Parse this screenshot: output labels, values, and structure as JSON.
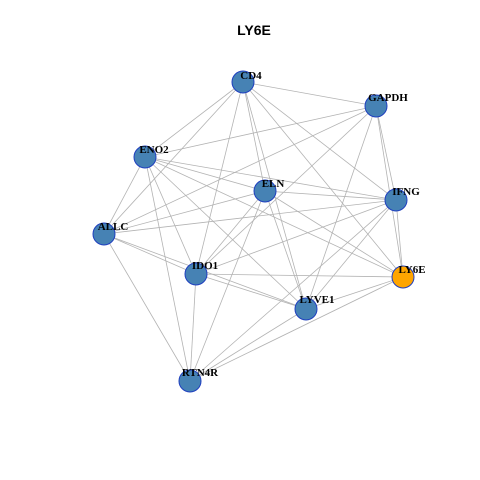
{
  "title": "LY6E",
  "colors": {
    "node_default": "#4682b4",
    "node_highlight": "#ffa500",
    "node_border": "#1f3fbf",
    "edge": "#b3b3b3"
  },
  "nodes": [
    {
      "id": "CD4",
      "label": "CD4",
      "highlight": false
    },
    {
      "id": "GAPDH",
      "label": "GAPDH",
      "highlight": false
    },
    {
      "id": "ENO2",
      "label": "ENO2",
      "highlight": false
    },
    {
      "id": "ELN",
      "label": "ELN",
      "highlight": false
    },
    {
      "id": "IFNG",
      "label": "IFNG",
      "highlight": false
    },
    {
      "id": "ALLC",
      "label": "ALLC",
      "highlight": false
    },
    {
      "id": "IDO1",
      "label": "IDO1",
      "highlight": false
    },
    {
      "id": "LY6E",
      "label": "LY6E",
      "highlight": true
    },
    {
      "id": "LYVE1",
      "label": "LYVE1",
      "highlight": false
    },
    {
      "id": "RTN4R",
      "label": "RTN4R",
      "highlight": false
    }
  ],
  "edges": [
    [
      "CD4",
      "GAPDH"
    ],
    [
      "CD4",
      "ENO2"
    ],
    [
      "CD4",
      "ELN"
    ],
    [
      "CD4",
      "IFNG"
    ],
    [
      "CD4",
      "ALLC"
    ],
    [
      "CD4",
      "IDO1"
    ],
    [
      "CD4",
      "LYVE1"
    ],
    [
      "CD4",
      "LY6E"
    ],
    [
      "GAPDH",
      "ENO2"
    ],
    [
      "GAPDH",
      "ALLC"
    ],
    [
      "GAPDH",
      "IFNG"
    ],
    [
      "GAPDH",
      "LY6E"
    ],
    [
      "GAPDH",
      "LYVE1"
    ],
    [
      "GAPDH",
      "IDO1"
    ],
    [
      "ENO2",
      "ELN"
    ],
    [
      "ENO2",
      "IFNG"
    ],
    [
      "ENO2",
      "ALLC"
    ],
    [
      "ENO2",
      "IDO1"
    ],
    [
      "ENO2",
      "LYVE1"
    ],
    [
      "ENO2",
      "RTN4R"
    ],
    [
      "ENO2",
      "LY6E"
    ],
    [
      "ELN",
      "IFNG"
    ],
    [
      "ELN",
      "IDO1"
    ],
    [
      "ELN",
      "LYVE1"
    ],
    [
      "ELN",
      "RTN4R"
    ],
    [
      "ELN",
      "LY6E"
    ],
    [
      "ALLC",
      "IFNG"
    ],
    [
      "ALLC",
      "IDO1"
    ],
    [
      "ALLC",
      "LYVE1"
    ],
    [
      "ALLC",
      "RTN4R"
    ],
    [
      "ALLC",
      "ELN"
    ],
    [
      "IFNG",
      "LY6E"
    ],
    [
      "IFNG",
      "LYVE1"
    ],
    [
      "IFNG",
      "IDO1"
    ],
    [
      "IFNG",
      "RTN4R"
    ],
    [
      "IDO1",
      "LY6E"
    ],
    [
      "IDO1",
      "LYVE1"
    ],
    [
      "IDO1",
      "RTN4R"
    ],
    [
      "LY6E",
      "LYVE1"
    ],
    [
      "LY6E",
      "RTN4R"
    ],
    [
      "LYVE1",
      "RTN4R"
    ]
  ]
}
